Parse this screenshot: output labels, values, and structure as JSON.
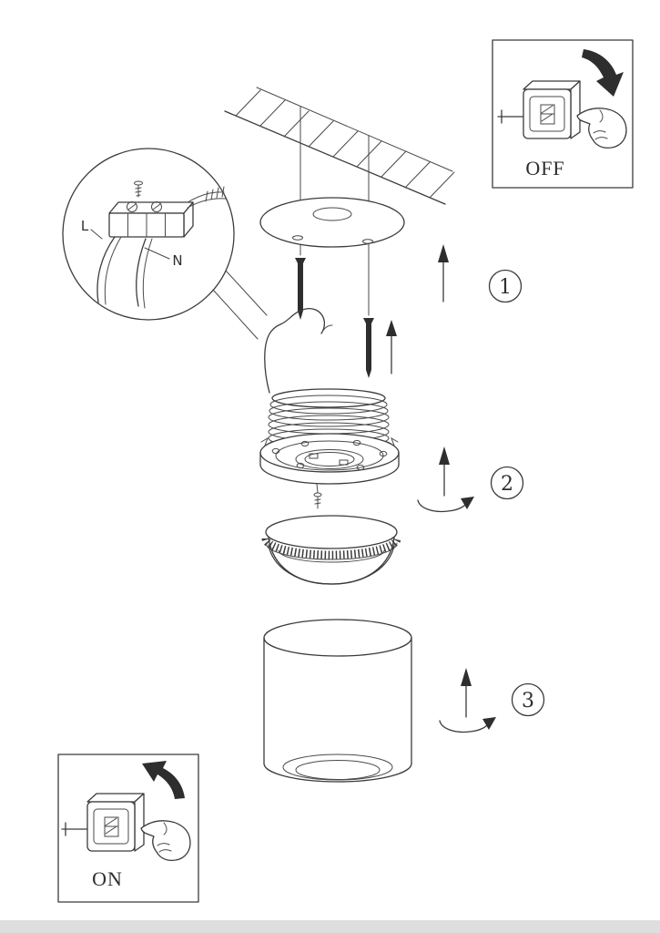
{
  "labels": {
    "off": "OFF",
    "on": "ON",
    "live": "L",
    "neutral": "N"
  },
  "steps": [
    {
      "number": "1"
    },
    {
      "number": "2"
    },
    {
      "number": "3"
    }
  ],
  "colors": {
    "ink": "#3b3b3b",
    "paper": "#ffffff",
    "scan_edge": "#dedede"
  }
}
